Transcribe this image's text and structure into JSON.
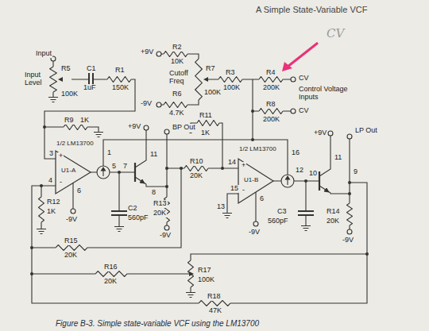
{
  "diagram": {
    "title": "A Simple State-Variable VCF",
    "caption": "Figure B-3. Simple state-variable VCF using the LM13700",
    "labels": [
      "Input",
      "R5",
      "Input Level",
      "100K",
      "C1",
      "1uF",
      "R1",
      "150K",
      "+9V",
      "R2",
      "10K",
      "R7",
      "Cutoff Freq",
      "100K",
      "R3",
      "100K",
      "R4",
      "200K",
      "CV",
      "Control Voltage Inputs",
      "-9V",
      "R6",
      "4.7K",
      "R8",
      "200K",
      "CV",
      "CV",
      "R9",
      "1K",
      "1/2 LM13700",
      "3",
      "+",
      "-",
      "U1-A",
      "4",
      "6",
      "1",
      "5",
      "R12",
      "1K",
      "-9V",
      "+9V",
      "11",
      "7",
      "8",
      "BP Out",
      "R10",
      "20K",
      "C2",
      "560pF",
      "R13",
      "20K",
      "-9V",
      "R11",
      "1K",
      "1/2 LM13700",
      "14",
      "+",
      "15",
      "-",
      "U1-B",
      "13",
      "16",
      "6",
      "-9V",
      "12",
      "+9V",
      "11",
      "9",
      "LP Out",
      "10",
      "C3",
      "560pF",
      "R14",
      "20K",
      "-9V",
      "R15",
      "20K",
      "R16",
      "20K",
      "R17",
      "100K",
      "R18",
      "47K"
    ]
  }
}
